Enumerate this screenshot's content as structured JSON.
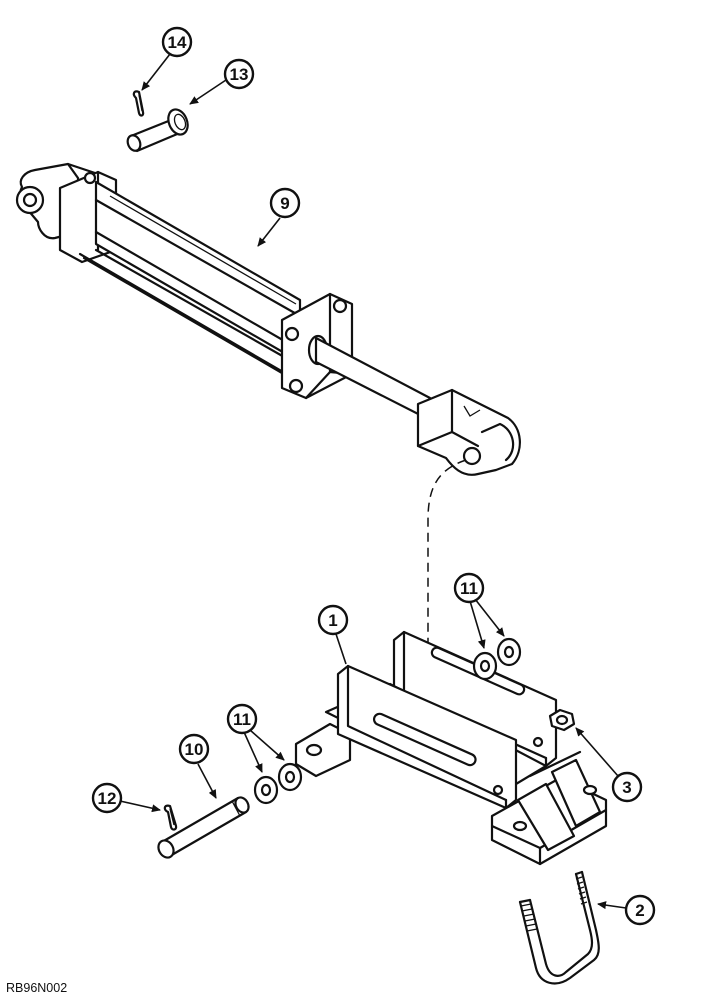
{
  "diagram": {
    "figure_id": "RB96N002",
    "callouts": [
      {
        "id": "c14",
        "label": "14"
      },
      {
        "id": "c13",
        "label": "13"
      },
      {
        "id": "c9",
        "label": "9"
      },
      {
        "id": "c11a",
        "label": "11"
      },
      {
        "id": "c1",
        "label": "1"
      },
      {
        "id": "c11b",
        "label": "11"
      },
      {
        "id": "c10",
        "label": "10"
      },
      {
        "id": "c12",
        "label": "12"
      },
      {
        "id": "c3",
        "label": "3"
      },
      {
        "id": "c2",
        "label": "2"
      }
    ]
  },
  "colors": {
    "ink": "#111111",
    "paper": "#ffffff"
  }
}
